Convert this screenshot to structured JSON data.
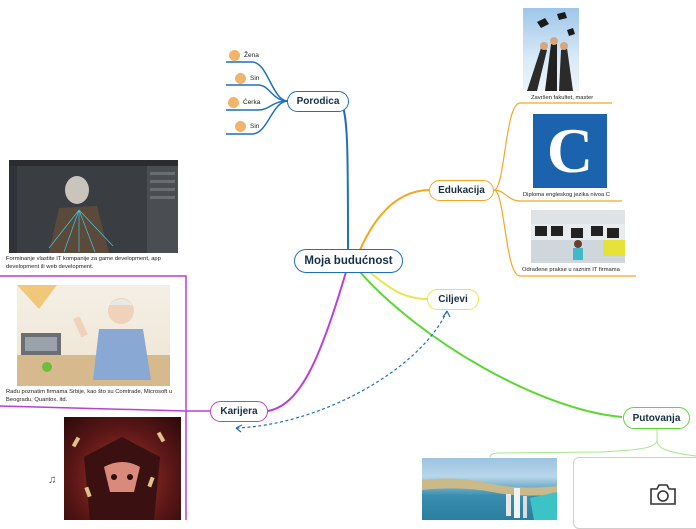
{
  "root": {
    "label": "Moja budućnost"
  },
  "branches": {
    "porodica": {
      "label": "Porodica",
      "color": "#1f6fc0",
      "items": [
        {
          "label": "Žena"
        },
        {
          "label": "Sin"
        },
        {
          "label": "Ćerka"
        },
        {
          "label": "Sin"
        }
      ]
    },
    "edukacija": {
      "label": "Edukacija",
      "color": "#f5a623",
      "items": [
        {
          "label": "Završen fakultet, master"
        },
        {
          "label": "Diploma engleskog jezika nivoa C"
        },
        {
          "label": "Odrađene prakse u raznim IT firmama"
        }
      ]
    },
    "ciljevi": {
      "label": "Ciljevi",
      "color": "#e6e84a"
    },
    "karijera": {
      "label": "Karijera",
      "color": "#b93fd8",
      "items": [
        {
          "label": "Forminanje vlastite IT kompanije za game development, app development ili web development."
        },
        {
          "label": "Radu poznatim firmama Srbije, kao što su Comtrade, Microsoft u Beogradu, Quantox, itd."
        }
      ]
    },
    "putovanja": {
      "label": "Putovanja",
      "color": "#5ad831"
    }
  },
  "icons": {
    "zena": "woman-emoji-icon",
    "sin": "boy-emoji-icon",
    "cerka": "girl-emoji-icon",
    "camera": "camera-icon",
    "music": "music-note-icon"
  }
}
